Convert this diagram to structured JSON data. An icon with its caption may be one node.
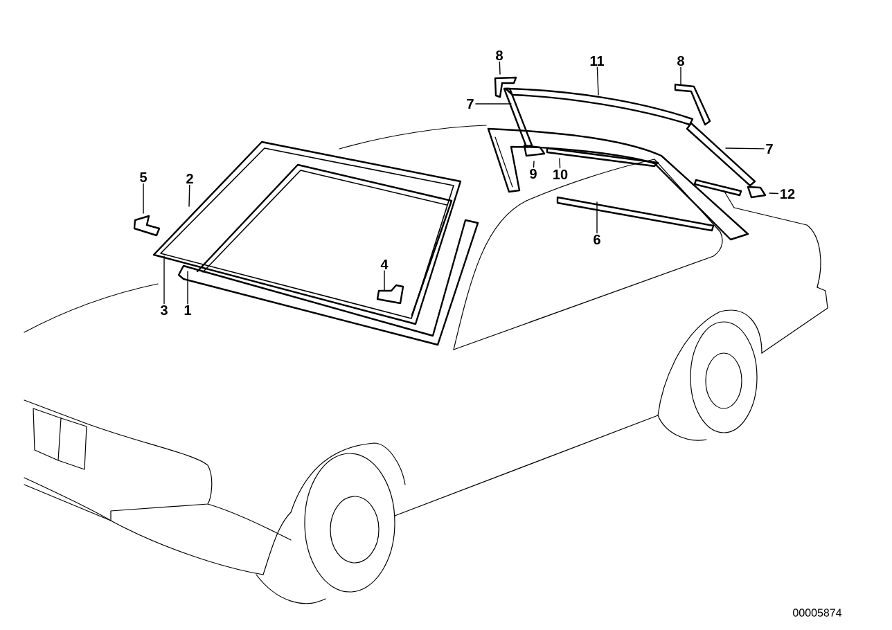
{
  "diagram": {
    "nodes": [
      {
        "text": [
          "8"
        ]
      },
      {
        "text": [
          "11"
        ]
      },
      {
        "text": [
          "8"
        ]
      },
      {
        "text": [
          "7"
        ]
      },
      {
        "text": [
          "7"
        ]
      },
      {
        "text": [
          "5"
        ]
      },
      {
        "text": [
          "2"
        ]
      },
      {
        "text": [
          "9"
        ]
      },
      {
        "text": [
          "10"
        ]
      },
      {
        "text": [
          "12"
        ]
      },
      {
        "text": [
          "6"
        ]
      },
      {
        "text": [
          "4"
        ]
      },
      {
        "text": [
          "3"
        ]
      },
      {
        "text": [
          "1"
        ]
      }
    ],
    "edges": [
      {
        "from": 0,
        "to": null,
        "arrow": "none"
      },
      {
        "from": 1,
        "to": null,
        "arrow": "none"
      },
      {
        "from": 2,
        "to": null,
        "arrow": "none"
      },
      {
        "from": 3,
        "to": null,
        "arrow": "none"
      },
      {
        "from": 4,
        "to": null,
        "arrow": "none"
      },
      {
        "from": 5,
        "to": null,
        "arrow": "none"
      },
      {
        "from": 6,
        "to": null,
        "arrow": "none"
      },
      {
        "from": 7,
        "to": null,
        "arrow": "none"
      },
      {
        "from": 8,
        "to": null,
        "arrow": "none"
      },
      {
        "from": 9,
        "to": null,
        "arrow": "none"
      },
      {
        "from": 10,
        "to": null,
        "arrow": "none"
      },
      {
        "from": 11,
        "to": null,
        "arrow": "none"
      },
      {
        "from": 12,
        "to": null,
        "arrow": "none"
      },
      {
        "from": 13,
        "to": null,
        "arrow": "none"
      }
    ],
    "labels": [
      "00005874"
    ]
  }
}
